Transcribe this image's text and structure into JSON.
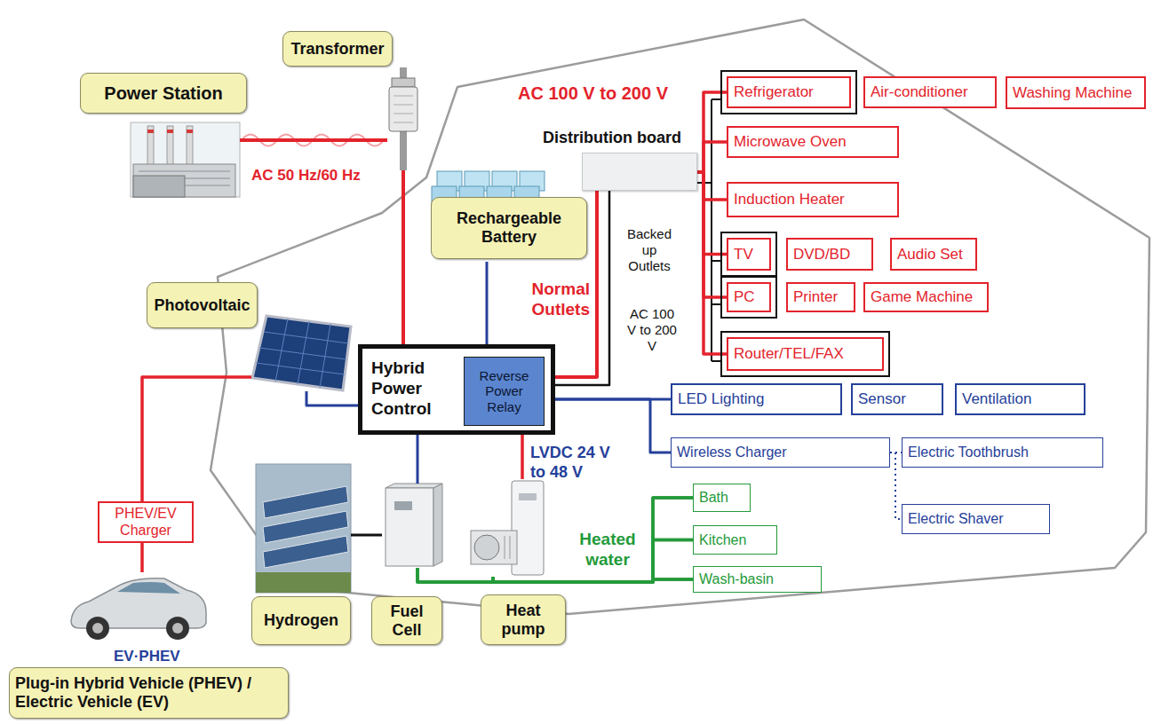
{
  "diagram": {
    "nodes": [
      {
        "text": [
          "Transformer"
        ]
      },
      {
        "text": [
          "Power Station"
        ]
      },
      {
        "text": [
          "Refrigerator"
        ]
      },
      {
        "text": [
          "Air-conditioner"
        ]
      },
      {
        "text": [
          "Washing Machine"
        ]
      },
      {
        "text": [
          "Distribution board"
        ]
      },
      {
        "text": [
          "Microwave Oven"
        ]
      },
      {
        "text": [
          "Induction Heater"
        ]
      },
      {
        "text": [
          "Rechargeable Battery"
        ]
      },
      {
        "text": [
          "TV"
        ]
      },
      {
        "text": [
          "DVD/BD"
        ]
      },
      {
        "text": [
          "Audio Set"
        ]
      },
      {
        "text": [
          "PC"
        ]
      },
      {
        "text": [
          "Printer"
        ]
      },
      {
        "text": [
          "Game Machine"
        ]
      },
      {
        "text": [
          "Photovoltaic"
        ]
      },
      {
        "text": [
          "Hybrid Power Control"
        ]
      },
      {
        "text": [
          "Reverse Power Relay"
        ],
        "in": 16
      },
      {
        "text": [
          "Router/TEL/FAX"
        ]
      },
      {
        "text": [
          "LED Lighting"
        ]
      },
      {
        "text": [
          "Sensor"
        ]
      },
      {
        "text": [
          "Ventilation"
        ]
      },
      {
        "text": [
          "Wireless Charger"
        ]
      },
      {
        "text": [
          "Electric Toothbrush"
        ]
      },
      {
        "text": [
          "Electric Shaver"
        ]
      },
      {
        "text": [
          "PHEV/EV Charger"
        ]
      },
      {
        "text": [
          "Bath"
        ]
      },
      {
        "text": [
          "Kitchen"
        ]
      },
      {
        "text": [
          "Wash-basin"
        ]
      },
      {
        "text": [
          "Hydrogen"
        ]
      },
      {
        "text": [
          "Fuel Cell"
        ]
      },
      {
        "text": [
          "Heat pump"
        ]
      },
      {
        "text": [
          "Plug-in Hybrid Vehicle (PHEV) / Electric Vehicle (EV)"
        ]
      }
    ],
    "edges": [
      {
        "from": 1,
        "to": 0,
        "arrow": "none"
      },
      {
        "from": 0,
        "to": 16,
        "arrow": "none"
      },
      {
        "from": 16,
        "to": 5,
        "arrow": "none"
      },
      {
        "from": 16,
        "to": 5,
        "arrow": "none"
      },
      {
        "from": 5,
        "to": 2,
        "arrow": "none"
      },
      {
        "from": 5,
        "to": 6,
        "arrow": "none"
      },
      {
        "from": 5,
        "to": 7,
        "arrow": "none"
      },
      {
        "from": 5,
        "to": 9,
        "arrow": "none"
      },
      {
        "from": 5,
        "to": 12,
        "arrow": "none"
      },
      {
        "from": 5,
        "to": 18,
        "arrow": "none"
      },
      {
        "from": 8,
        "to": 16,
        "arrow": "none"
      },
      {
        "from": 15,
        "to": 16,
        "arrow": "none"
      },
      {
        "from": 15,
        "to": 25,
        "arrow": "none"
      },
      {
        "from": 25,
        "to": 32,
        "arrow": "none"
      },
      {
        "from": 16,
        "to": 19,
        "arrow": "none"
      },
      {
        "from": 16,
        "to": 22,
        "arrow": "none"
      },
      {
        "from": 22,
        "to": 23,
        "arrow": "none"
      },
      {
        "from": 22,
        "to": 24,
        "arrow": "none"
      },
      {
        "from": 29,
        "to": 30,
        "arrow": "none"
      },
      {
        "from": 16,
        "to": 30,
        "arrow": "none"
      },
      {
        "from": 16,
        "to": 31,
        "arrow": "none"
      },
      {
        "from": 30,
        "to": 26,
        "arrow": "none"
      },
      {
        "from": 30,
        "to": 27,
        "arrow": "none"
      },
      {
        "from": 30,
        "to": 28,
        "arrow": "none"
      },
      {
        "from": 31,
        "to": 26,
        "arrow": "none"
      },
      {
        "from": 31,
        "to": 27,
        "arrow": "none"
      },
      {
        "from": 31,
        "to": 28,
        "arrow": "none"
      }
    ],
    "labels": [
      "AC 100 V to 200 V",
      "AC 50 Hz/60 Hz",
      "Backed up Outlets",
      "Normal Outlets",
      "AC 100 V to 200 V",
      "LVDC 24 V to 48 V",
      "Heated water",
      "EV·PHEV"
    ]
  }
}
